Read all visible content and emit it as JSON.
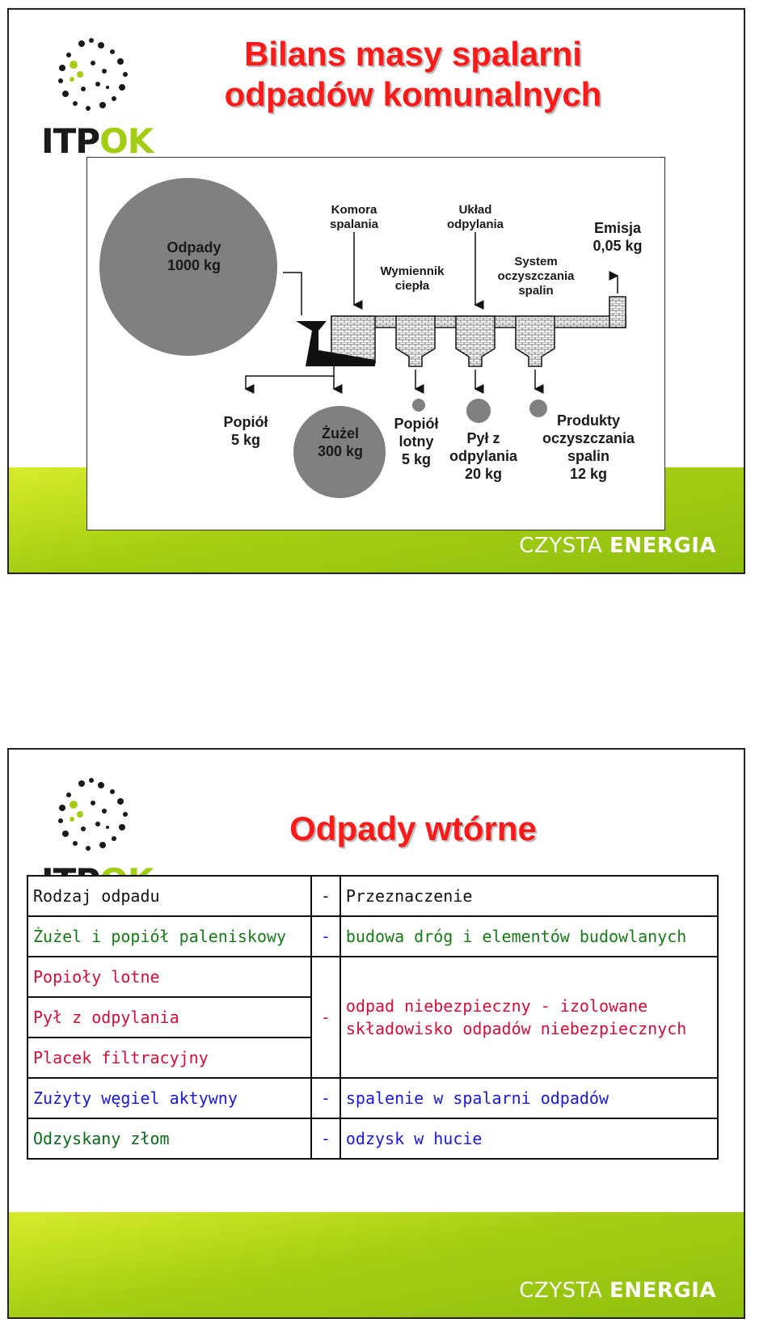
{
  "slide1": {
    "title_line1": "Bilans masy spalarni",
    "title_line2": "odpadów komunalnych",
    "logo_text": "ITPOK",
    "footer_brand_light": "CZYSTA",
    "footer_brand_bold": "ENERGIA",
    "diagram": {
      "waste_label": "Odpady",
      "waste_mass": "1000 kg",
      "chamber_line1": "Komora",
      "chamber_line2": "spalania",
      "exchanger_line1": "Wymiennik",
      "exchanger_line2": "ciepła",
      "dedust_line1": "Układ",
      "dedust_line2": "odpylania",
      "cleaning_line1": "System",
      "cleaning_line2": "oczyszczania",
      "cleaning_line3": "spalin",
      "emission_label": "Emisja",
      "emission_mass": "0,05 kg",
      "ash_line1": "Popiół",
      "ash_line2": "5 kg",
      "slag_line1": "Żużel",
      "slag_line2": "300 kg",
      "flyash_line1": "Popiół",
      "flyash_line2": "lotny",
      "flyash_line3": "5 kg",
      "dust_line1": "Pył z",
      "dust_line2": "odpylania",
      "dust_line3": "20 kg",
      "products_line1": "Produkty",
      "products_line2": "oczyszczania",
      "products_line3": "spalin",
      "products_line4": "12 kg"
    }
  },
  "slide2": {
    "title": "Odpady wtórne",
    "logo_text": "ITPOK",
    "footer_brand_light": "CZYSTA",
    "footer_brand_bold": "ENERGIA",
    "table": {
      "header_type": "Rodzaj odpadu",
      "dash": "-",
      "header_destination": "Przeznaczenie",
      "row1_type": "Żużel i popiół paleniskowy",
      "row1_destination": "budowa dróg i elementów budowlanych",
      "row2_type": "Popioły lotne",
      "row3_type": "Pył z odpylania",
      "row4_type": "Placek filtracyjny",
      "group_destination_line1": "odpad niebezpieczny - izolowane",
      "group_destination_line2": "składowisko odpadów niebezpiecznych",
      "row5_type": "Zużyty węgiel aktywny",
      "row5_destination": "spalenie w spalarni odpadów",
      "row6_type": "Odzyskany złom",
      "row6_destination": "odzysk w hucie"
    }
  }
}
